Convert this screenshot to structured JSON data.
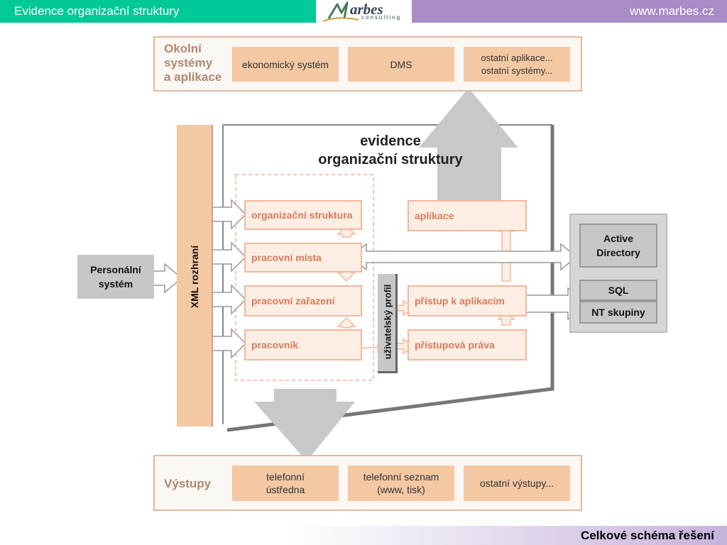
{
  "header": {
    "title": "Evidence organizační struktury",
    "logo_text": "arbes",
    "logo_subtext": "consulting",
    "website": "www.marbes.cz"
  },
  "footer": {
    "title": "Celkové schéma řešení"
  },
  "diagram": {
    "top_panel": {
      "label": [
        "Okolní",
        "systémy",
        "a aplikace"
      ],
      "boxes": [
        "ekonomický systém",
        "DMS",
        [
          "ostatní aplikace...",
          "ostatní systémy..."
        ]
      ]
    },
    "main": {
      "title": [
        "evidence",
        "organizační struktury"
      ],
      "left_items": [
        "organizační struktura",
        "pracovní místa",
        "pracovní zařazení",
        "pracovník"
      ],
      "right_items": [
        "aplikace",
        "přístup k aplikacím",
        "přístupová práva"
      ],
      "profile_label": "uživatelský profil"
    },
    "xml_label": "XML rozhraní",
    "personal_system": [
      "Personální",
      "systém"
    ],
    "right_panel": {
      "active_directory": [
        "Active",
        "Directory"
      ],
      "sql": "SQL",
      "nt_groups": "NT skupiny"
    },
    "bottom_panel": {
      "label": "Výstupy",
      "boxes": [
        [
          "telefonní",
          "ústředna"
        ],
        [
          "telefonní seznam",
          "(www, tisk)"
        ],
        "ostatní výstupy..."
      ]
    }
  }
}
